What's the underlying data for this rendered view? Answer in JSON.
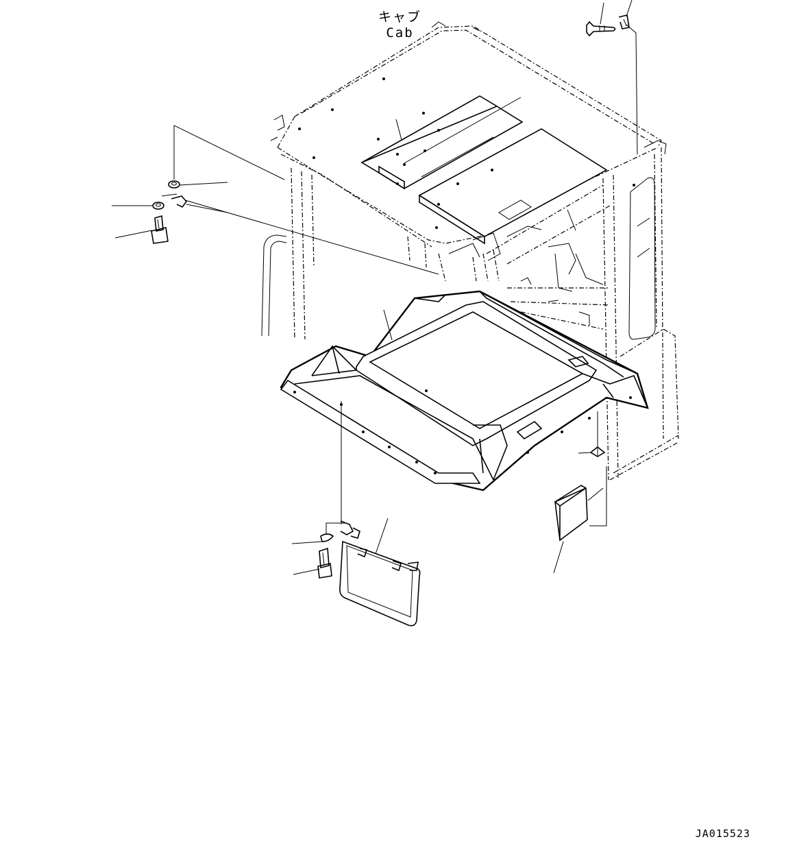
{
  "diagram": {
    "cab_label_jp": "キャブ",
    "cab_label_en": "Cab",
    "drawing_number": "JA015523"
  }
}
